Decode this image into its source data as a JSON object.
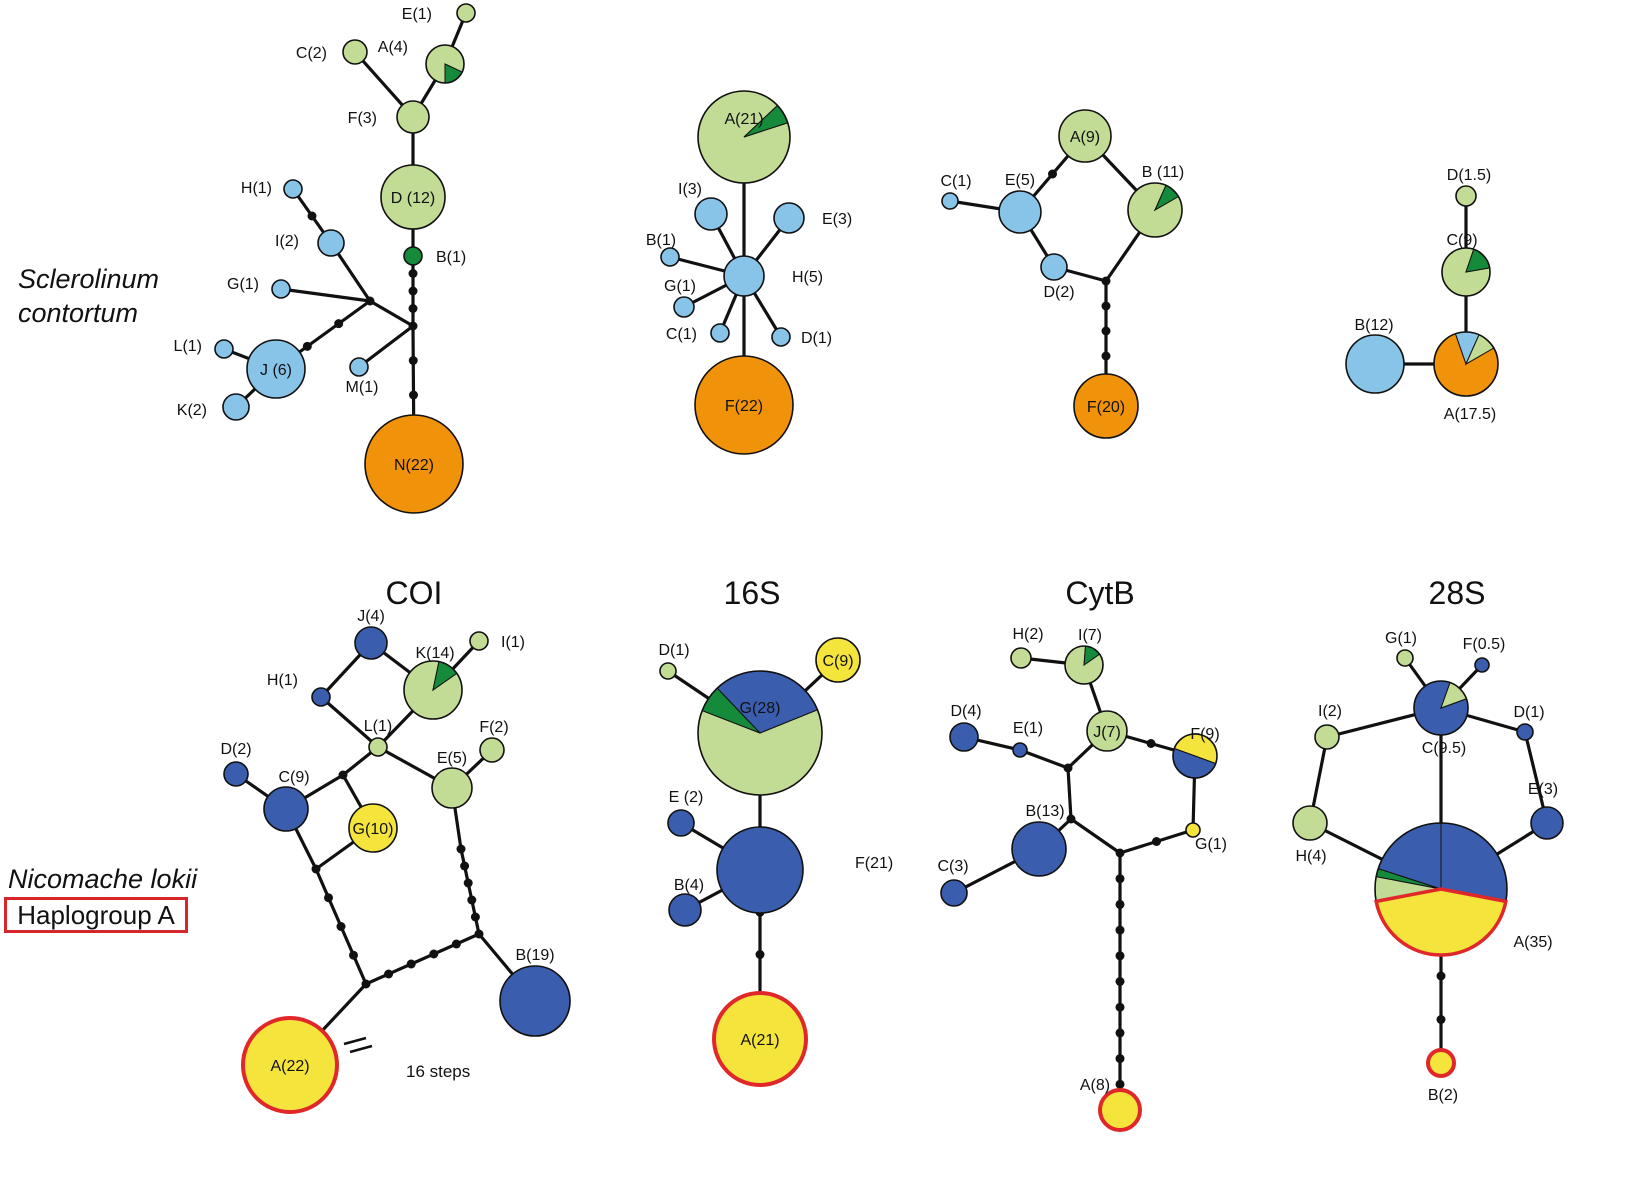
{
  "labels": {
    "species_top": "Sclerolinum\ncontortum",
    "species_top_line1": "Sclerolinum",
    "species_top_line2": "contortum",
    "species_bottom": "Nicomache lokii",
    "haplogroup_box": "Haplogroup A",
    "steps_note": "16 steps"
  },
  "columns": [
    "COI",
    "16S",
    "CytB",
    "28S"
  ],
  "colors": {
    "light_green": "#c2dc95",
    "dark_green": "#158a3a",
    "light_blue": "#88c3e8",
    "orange": "#f0920a",
    "dark_blue": "#3a5ead",
    "yellow": "#f4e43c",
    "haplogroup_red": "#e0282a",
    "line": "#111111"
  },
  "networks": [
    {
      "species": "Sclerolinum contortum",
      "marker": "COI",
      "haplotypes": [
        {
          "id": "E",
          "label": "E(1)",
          "colors": [
            "light_green"
          ]
        },
        {
          "id": "A",
          "label": "A(4)",
          "colors": [
            "light_green",
            "dark_green"
          ]
        },
        {
          "id": "C",
          "label": "C(2)",
          "colors": [
            "light_green"
          ]
        },
        {
          "id": "F",
          "label": "F(3)",
          "colors": [
            "light_green"
          ]
        },
        {
          "id": "D",
          "label": "D (12)",
          "colors": [
            "light_green"
          ]
        },
        {
          "id": "B",
          "label": "B(1)",
          "colors": [
            "dark_green"
          ]
        },
        {
          "id": "H",
          "label": "H(1)",
          "colors": [
            "light_blue"
          ]
        },
        {
          "id": "I",
          "label": "I(2)",
          "colors": [
            "light_blue"
          ]
        },
        {
          "id": "G",
          "label": "G(1)",
          "colors": [
            "light_blue"
          ]
        },
        {
          "id": "L",
          "label": "L(1)",
          "colors": [
            "light_blue"
          ]
        },
        {
          "id": "J",
          "label": "J (6)",
          "colors": [
            "light_blue"
          ]
        },
        {
          "id": "K",
          "label": "K(2)",
          "colors": [
            "light_blue"
          ]
        },
        {
          "id": "M",
          "label": "M(1)",
          "colors": [
            "light_blue"
          ]
        },
        {
          "id": "N",
          "label": "N(22)",
          "colors": [
            "orange"
          ]
        }
      ]
    },
    {
      "species": "Sclerolinum contortum",
      "marker": "16S",
      "haplotypes": [
        {
          "id": "A",
          "label": "A(21)",
          "colors": [
            "light_green",
            "dark_green"
          ]
        },
        {
          "id": "I",
          "label": "I(3)",
          "colors": [
            "light_blue"
          ]
        },
        {
          "id": "E",
          "label": "E(3)",
          "colors": [
            "light_blue"
          ]
        },
        {
          "id": "B",
          "label": "B(1)",
          "colors": [
            "light_blue"
          ]
        },
        {
          "id": "H",
          "label": "H(5)",
          "colors": [
            "light_blue"
          ]
        },
        {
          "id": "G",
          "label": "G(1)",
          "colors": [
            "light_blue"
          ]
        },
        {
          "id": "C",
          "label": "C(1)",
          "colors": [
            "light_blue"
          ]
        },
        {
          "id": "D",
          "label": "D(1)",
          "colors": [
            "light_blue"
          ]
        },
        {
          "id": "F",
          "label": "F(22)",
          "colors": [
            "orange"
          ]
        }
      ]
    },
    {
      "species": "Sclerolinum contortum",
      "marker": "CytB",
      "haplotypes": [
        {
          "id": "A",
          "label": "A(9)",
          "colors": [
            "light_green"
          ]
        },
        {
          "id": "C",
          "label": "C(1)",
          "colors": [
            "light_blue"
          ]
        },
        {
          "id": "E",
          "label": "E(5)",
          "colors": [
            "light_blue"
          ]
        },
        {
          "id": "B",
          "label": "B (11)",
          "colors": [
            "light_green",
            "dark_green"
          ]
        },
        {
          "id": "D",
          "label": "D(2)",
          "colors": [
            "light_blue"
          ]
        },
        {
          "id": "F",
          "label": "F(20)",
          "colors": [
            "orange"
          ]
        }
      ]
    },
    {
      "species": "Sclerolinum contortum",
      "marker": "28S",
      "haplotypes": [
        {
          "id": "D",
          "label": "D(1.5)",
          "colors": [
            "light_green"
          ]
        },
        {
          "id": "C",
          "label": "C(9)",
          "colors": [
            "light_green",
            "dark_green"
          ]
        },
        {
          "id": "B",
          "label": "B(12)",
          "colors": [
            "light_blue"
          ]
        },
        {
          "id": "A",
          "label": "A(17.5)",
          "colors": [
            "orange",
            "light_blue",
            "light_green"
          ]
        }
      ]
    },
    {
      "species": "Nicomache lokii",
      "marker": "COI",
      "haplotypes": [
        {
          "id": "J",
          "label": "J(4)",
          "colors": [
            "dark_blue"
          ]
        },
        {
          "id": "K",
          "label": "K(14)",
          "colors": [
            "light_green",
            "dark_green"
          ]
        },
        {
          "id": "I",
          "label": "I(1)",
          "colors": [
            "light_green"
          ]
        },
        {
          "id": "H",
          "label": "H(1)",
          "colors": [
            "dark_blue"
          ]
        },
        {
          "id": "L",
          "label": "L(1)",
          "colors": [
            "light_green"
          ]
        },
        {
          "id": "F",
          "label": "F(2)",
          "colors": [
            "light_green"
          ]
        },
        {
          "id": "D",
          "label": "D(2)",
          "colors": [
            "dark_blue"
          ]
        },
        {
          "id": "C",
          "label": "C(9)",
          "colors": [
            "dark_blue"
          ]
        },
        {
          "id": "E",
          "label": "E(5)",
          "colors": [
            "light_green"
          ]
        },
        {
          "id": "G",
          "label": "G(10)",
          "colors": [
            "yellow"
          ]
        },
        {
          "id": "B",
          "label": "B(19)",
          "colors": [
            "dark_blue"
          ]
        },
        {
          "id": "A",
          "label": "A(22)",
          "colors": [
            "yellow"
          ],
          "haplogroup_a": true
        }
      ]
    },
    {
      "species": "Nicomache lokii",
      "marker": "16S",
      "haplotypes": [
        {
          "id": "D",
          "label": "D(1)",
          "colors": [
            "light_green"
          ]
        },
        {
          "id": "C",
          "label": "C(9)",
          "colors": [
            "yellow"
          ]
        },
        {
          "id": "G",
          "label": "G(28)",
          "colors": [
            "light_green",
            "dark_green",
            "dark_blue"
          ]
        },
        {
          "id": "E",
          "label": "E (2)",
          "colors": [
            "dark_blue"
          ]
        },
        {
          "id": "F",
          "label": "F(21)",
          "colors": [
            "dark_blue"
          ]
        },
        {
          "id": "B",
          "label": "B(4)",
          "colors": [
            "dark_blue"
          ]
        },
        {
          "id": "A",
          "label": "A(21)",
          "colors": [
            "yellow"
          ],
          "haplogroup_a": true
        }
      ]
    },
    {
      "species": "Nicomache lokii",
      "marker": "CytB",
      "haplotypes": [
        {
          "id": "H",
          "label": "H(2)",
          "colors": [
            "light_green"
          ]
        },
        {
          "id": "I",
          "label": "I(7)",
          "colors": [
            "light_green",
            "dark_green"
          ]
        },
        {
          "id": "D",
          "label": "D(4)",
          "colors": [
            "dark_blue"
          ]
        },
        {
          "id": "E",
          "label": "E(1)",
          "colors": [
            "dark_blue"
          ]
        },
        {
          "id": "J",
          "label": "J(7)",
          "colors": [
            "light_green"
          ]
        },
        {
          "id": "F",
          "label": "F(9)",
          "colors": [
            "yellow",
            "dark_blue"
          ]
        },
        {
          "id": "G",
          "label": "G(1)",
          "colors": [
            "yellow"
          ]
        },
        {
          "id": "B",
          "label": "B(13)",
          "colors": [
            "dark_blue"
          ]
        },
        {
          "id": "C",
          "label": "C(3)",
          "colors": [
            "dark_blue"
          ]
        },
        {
          "id": "A",
          "label": "A(8)",
          "colors": [
            "yellow"
          ],
          "haplogroup_a": true
        }
      ]
    },
    {
      "species": "Nicomache lokii",
      "marker": "28S",
      "haplotypes": [
        {
          "id": "G",
          "label": "G(1)",
          "colors": [
            "light_green"
          ]
        },
        {
          "id": "F",
          "label": "F(0.5)",
          "colors": [
            "dark_blue"
          ]
        },
        {
          "id": "I",
          "label": "I(2)",
          "colors": [
            "light_green"
          ]
        },
        {
          "id": "C",
          "label": "C(9.5)",
          "colors": [
            "dark_blue",
            "light_green"
          ]
        },
        {
          "id": "D",
          "label": "D(1)",
          "colors": [
            "dark_blue"
          ]
        },
        {
          "id": "E",
          "label": "E(3)",
          "colors": [
            "dark_blue"
          ]
        },
        {
          "id": "H",
          "label": "H(4)",
          "colors": [
            "light_green"
          ]
        },
        {
          "id": "A",
          "label": "A(35)",
          "colors": [
            "dark_blue",
            "yellow",
            "light_green",
            "dark_green"
          ],
          "haplogroup_a": true
        },
        {
          "id": "B",
          "label": "B(2)",
          "colors": [
            "yellow"
          ],
          "haplogroup_a": true
        }
      ]
    }
  ]
}
